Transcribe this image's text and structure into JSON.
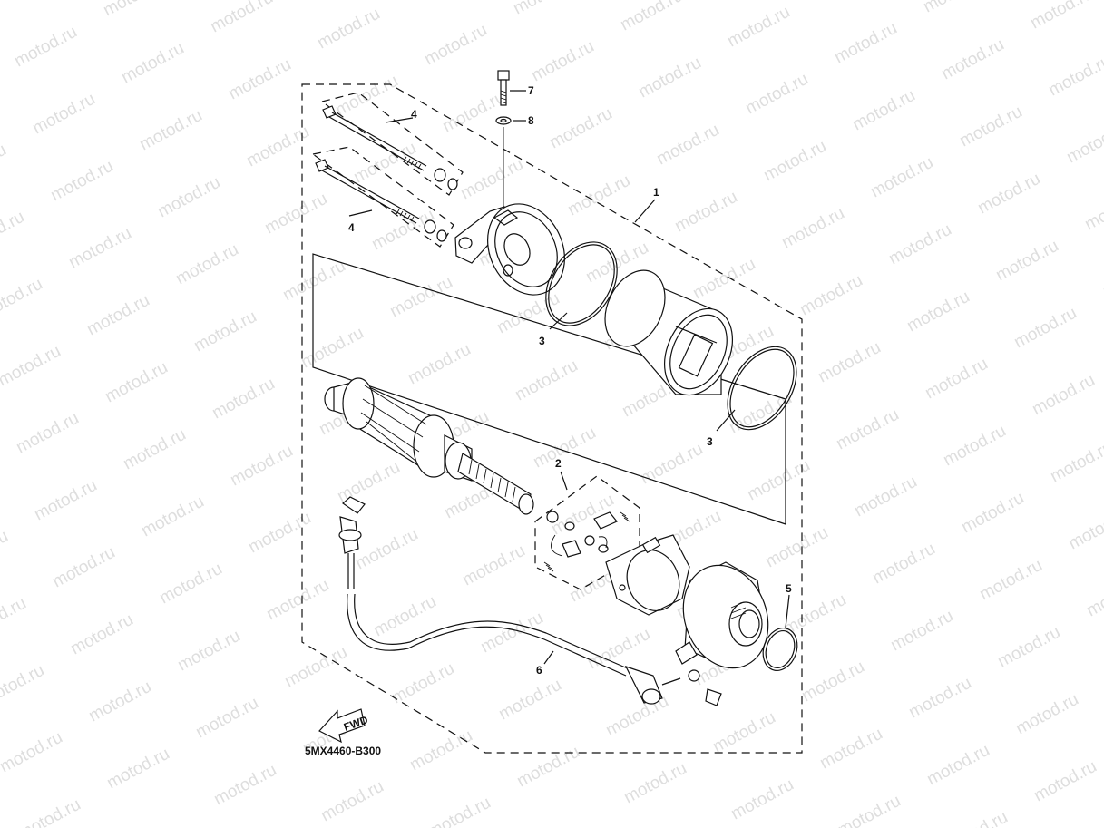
{
  "watermark": {
    "text": "motod.ru",
    "color": "#c4c4c4"
  },
  "diagram_code": "5MX4460-B300",
  "fwd_label": "FWD",
  "callouts": [
    {
      "id": "c1",
      "label": "1"
    },
    {
      "id": "c2",
      "label": "2"
    },
    {
      "id": "c3a",
      "label": "3"
    },
    {
      "id": "c3b",
      "label": "3"
    },
    {
      "id": "c4a",
      "label": "4"
    },
    {
      "id": "c4b",
      "label": "4"
    },
    {
      "id": "c5",
      "label": "5"
    },
    {
      "id": "c6",
      "label": "6"
    },
    {
      "id": "c7",
      "label": "7"
    },
    {
      "id": "c8",
      "label": "8"
    }
  ]
}
